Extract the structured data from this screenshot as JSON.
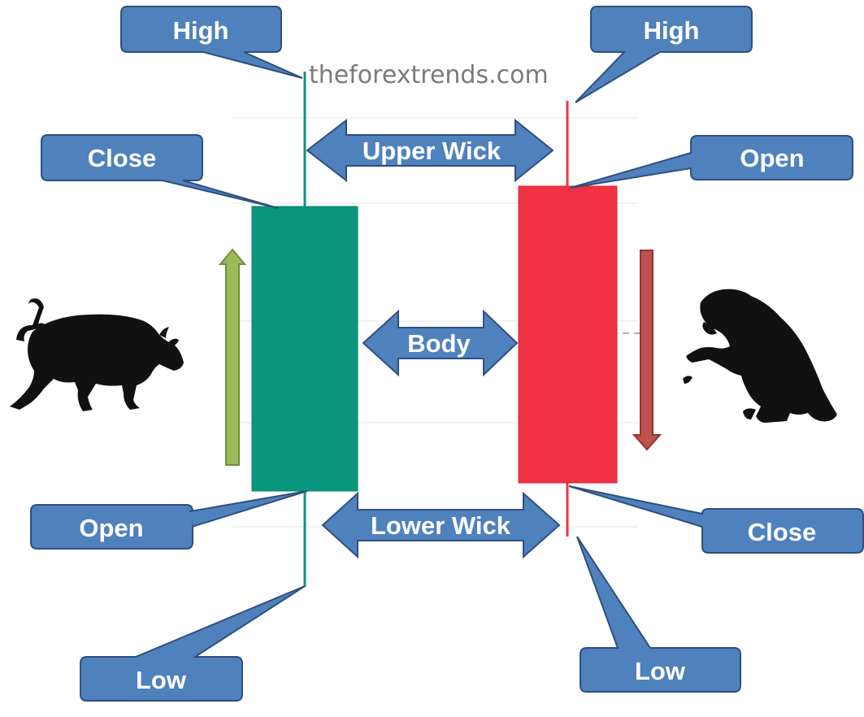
{
  "watermark": "theforextrends.com",
  "colors": {
    "bullish": "#0a967c",
    "bearish": "#ef3344",
    "callout": "#4f81bd",
    "callout_border": "#2f4f7f",
    "up_arrow": "#9bbb59",
    "down_arrow": "#c0504d",
    "silhouette": "#111111"
  },
  "bullish": {
    "high_label": "High",
    "close_label": "Close",
    "open_label": "Open",
    "low_label": "Low"
  },
  "bearish": {
    "high_label": "High",
    "open_label": "Open",
    "close_label": "Close",
    "low_label": "Low"
  },
  "arrows": {
    "upper_wick": "Upper Wick",
    "body": "Body",
    "lower_wick": "Lower Wick"
  },
  "icons": [
    "bull-icon",
    "bear-icon",
    "up-arrow-icon",
    "down-arrow-icon"
  ]
}
